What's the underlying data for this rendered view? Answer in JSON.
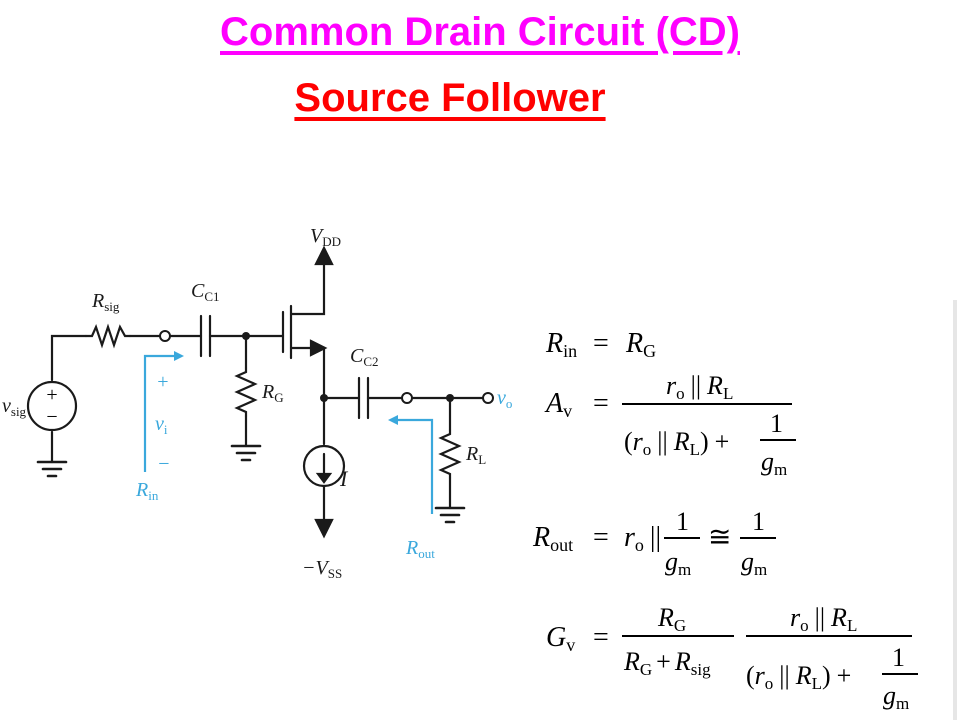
{
  "title": {
    "line1": "Common Drain Circuit (CD) ",
    "line2": "Source Follower"
  },
  "circuit": {
    "vdd": "V",
    "vdd_sub": "DD",
    "vss": "−V",
    "vss_sub": "SS",
    "rsig": "R",
    "rsig_sub": "sig",
    "cc1": "C",
    "cc1_sub": "C1",
    "cc2": "C",
    "cc2_sub": "C2",
    "rg": "R",
    "rg_sub": "G",
    "rl": "R",
    "rl_sub": "L",
    "vsig": "v",
    "vsig_sub": "sig",
    "vi": "v",
    "vi_sub": "i",
    "vo": "v",
    "vo_sub": "o",
    "plus": "+",
    "minus": "−",
    "src_plus": "+",
    "src_minus": "−",
    "current": "I",
    "rin": "R",
    "rin_sub": "in",
    "rout": "R",
    "rout_sub": "out"
  },
  "equations": {
    "rin_lhs": "R",
    "rin_lhs_sub": "in",
    "rin_rhs": "R",
    "rin_rhs_sub": "G",
    "av_lhs": "A",
    "av_lhs_sub": "v",
    "rout_lhs": "R",
    "rout_lhs_sub": "out",
    "gv_lhs": "G",
    "gv_lhs_sub": "v",
    "eq": "=",
    "approx": "≅",
    "one": "1",
    "gm": "g",
    "gm_sub": "m",
    "ro": "r",
    "ro_sub": "o",
    "par": "||",
    "rl": "R",
    "rl_sub": "L",
    "rg": "R",
    "rg_sub": "G",
    "rsig": "R",
    "rsig_sub": "sig",
    "plus": "+",
    "lp": "(",
    "rp": ")"
  }
}
